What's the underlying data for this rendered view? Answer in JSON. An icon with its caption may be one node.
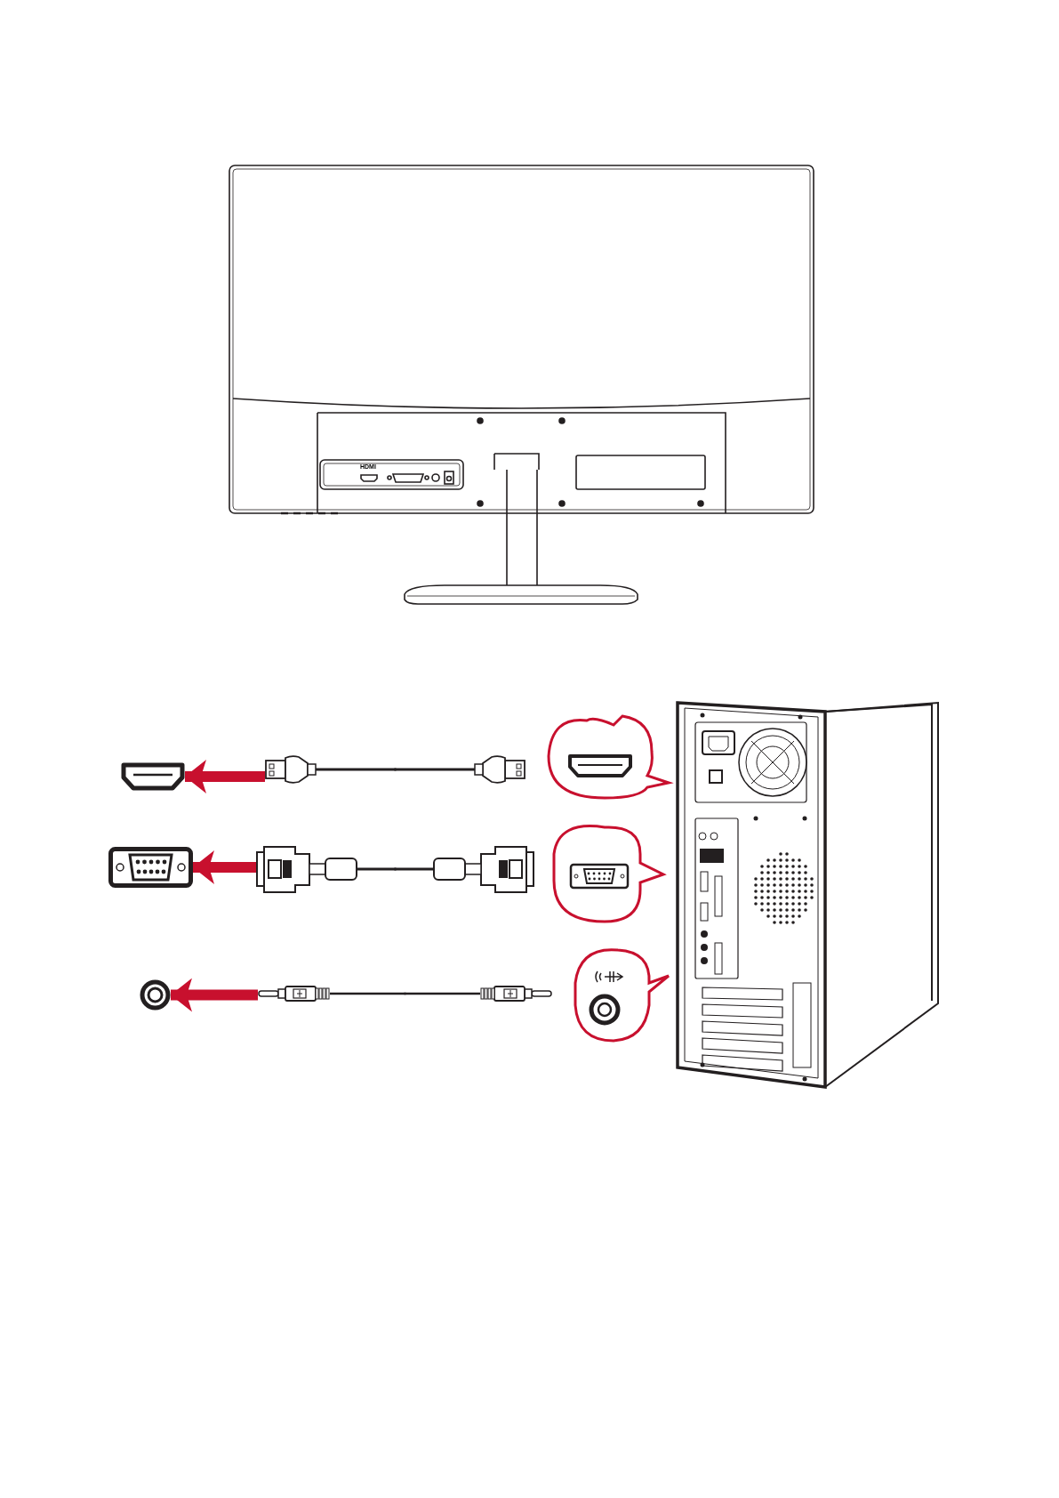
{
  "diagram": {
    "nodes": [
      {
        "text": [],
        "shape": "picture"
      },
      {
        "text": [],
        "shape": "picture"
      },
      {
        "text": [],
        "shape": "picture"
      },
      {
        "text": [],
        "shape": "picture"
      },
      {
        "text": [],
        "shape": "picture"
      },
      {
        "text": [],
        "shape": "picture"
      }
    ],
    "edges": [
      {
        "from": 1,
        "to": 0,
        "arrow": "to",
        "color": "#c8102e"
      },
      {
        "from": 3,
        "to": 2,
        "arrow": "to",
        "color": "#c8102e"
      },
      {
        "from": 5,
        "to": 4,
        "arrow": "to",
        "color": "#c8102e"
      }
    ],
    "labels": [
      "HDMI"
    ]
  }
}
